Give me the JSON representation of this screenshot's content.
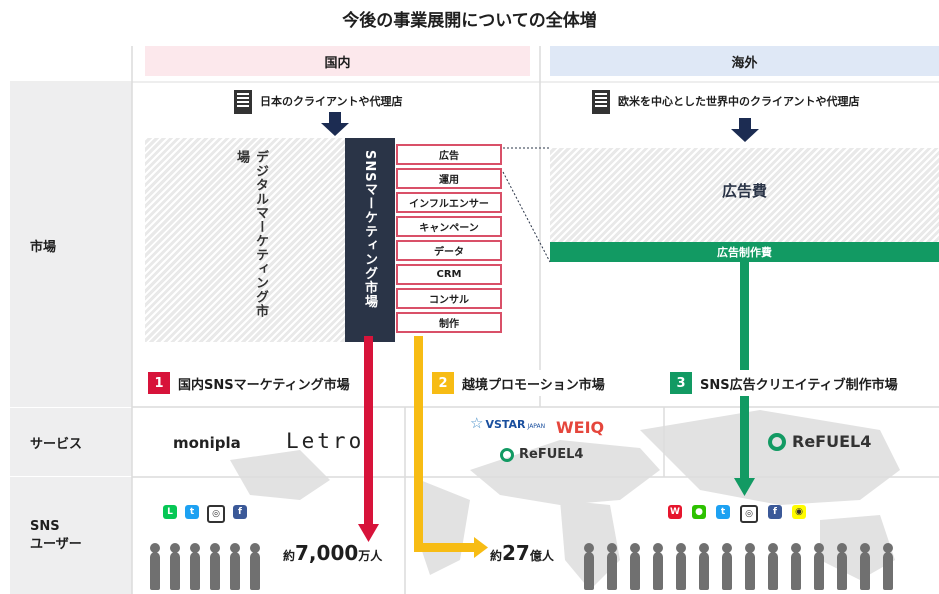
{
  "title": "今後の事業展開についての全体増",
  "columns": {
    "domestic": "国内",
    "overseas": "海外"
  },
  "rows": {
    "market": "市場",
    "service": "サービス",
    "sns_users_line1": "SNS",
    "sns_users_line2": "ユーザー"
  },
  "domestic": {
    "client_label": "日本のクライアントや代理店",
    "digital_marketing_label": "デジタルマーケティング市場",
    "sns_marketing_label": "SNSマーケティング市場",
    "categories": [
      "広告",
      "運用",
      "インフルエンサー",
      "キャンペーン",
      "データ",
      "CRM",
      "コンサル",
      "制作"
    ]
  },
  "overseas": {
    "client_label": "欧米を中心とした世界中のクライアントや代理店",
    "ad_spend_label": "広告費",
    "ad_production_label": "広告制作費"
  },
  "markets": [
    {
      "num": "1",
      "label": "国内SNSマーケティング市場"
    },
    {
      "num": "2",
      "label": "越境プロモーション市場"
    },
    {
      "num": "3",
      "label": "SNS広告クリエイティブ制作市場"
    }
  ],
  "services": {
    "monipla": "monipla",
    "letro": "Letro",
    "vstar": "VSTAR",
    "vstar_sub": "JAPAN",
    "weiq": "WEIQ",
    "refuel": "ReFUEL4",
    "refuel_right": "ReFUEL4"
  },
  "users": {
    "domestic_prefix": "約",
    "domestic_count": "7,000",
    "domestic_unit": "万人",
    "crossborder_prefix": "約",
    "crossborder_count": "27",
    "crossborder_unit": "億人"
  },
  "sns_icons_domestic": [
    "line-icon",
    "twitter-icon",
    "instagram-icon",
    "facebook-icon"
  ],
  "sns_icons_overseas": [
    "weibo-icon",
    "wechat-icon",
    "twitter-icon",
    "instagram-icon",
    "facebook-icon",
    "snapchat-icon"
  ],
  "colors": {
    "red": "#d7133a",
    "yellow": "#f7bc14",
    "green": "#129a63",
    "navy": "#2a3447",
    "domestic_header_bg": "#fce8ec",
    "overseas_header_bg": "#dfe8f6"
  }
}
